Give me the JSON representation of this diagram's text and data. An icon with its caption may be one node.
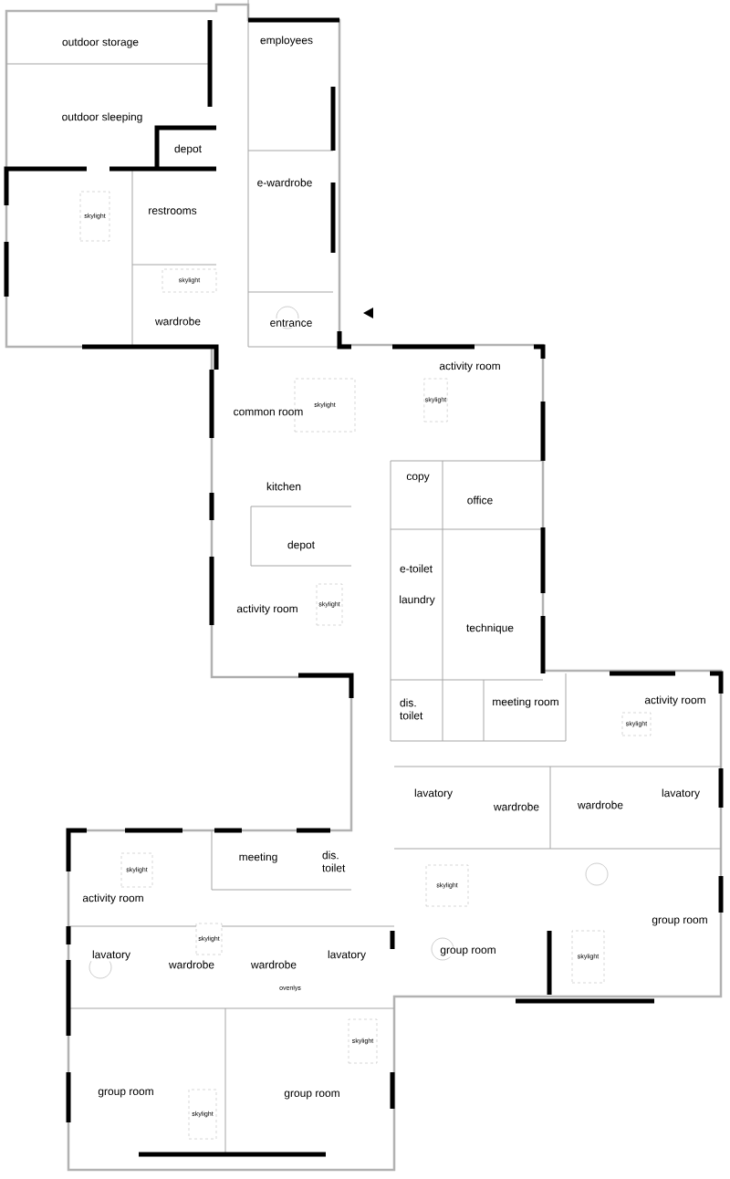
{
  "diagram": {
    "nodes": [
      {
        "text": [
          "skylight"
        ]
      },
      {
        "text": [
          "skylight"
        ]
      },
      {
        "text": [
          "skylight"
        ]
      },
      {
        "text": [
          "skylight"
        ]
      },
      {
        "text": [
          "skylight"
        ]
      },
      {
        "text": [
          "skylight"
        ]
      },
      {
        "text": [
          "skylight"
        ]
      },
      {
        "text": [
          "skylight"
        ]
      },
      {
        "text": [
          "skylight"
        ]
      },
      {
        "text": [
          "skylight"
        ]
      },
      {
        "text": [
          "skylight"
        ]
      },
      {
        "text": [
          "skylight"
        ]
      }
    ],
    "labels": [
      "outdoor storage",
      "employees",
      "outdoor sleeping",
      "depot",
      "e-wardrobe",
      "restrooms",
      "wardrobe",
      "entrance",
      "activity room",
      "common room",
      "kitchen",
      "copy",
      "office",
      "depot",
      "e-toilet",
      "laundry",
      "activity room",
      "technique",
      "dis. toilet",
      "meeting room",
      "activity room",
      "lavatory",
      "wardrobe",
      "wardrobe",
      "lavatory",
      "meeting",
      "dis. toilet",
      "activity room",
      "group room",
      "lavatory",
      "wardrobe",
      "wardrobe",
      "lavatory",
      "group room",
      "ovenlys",
      "group room",
      "group room"
    ]
  }
}
